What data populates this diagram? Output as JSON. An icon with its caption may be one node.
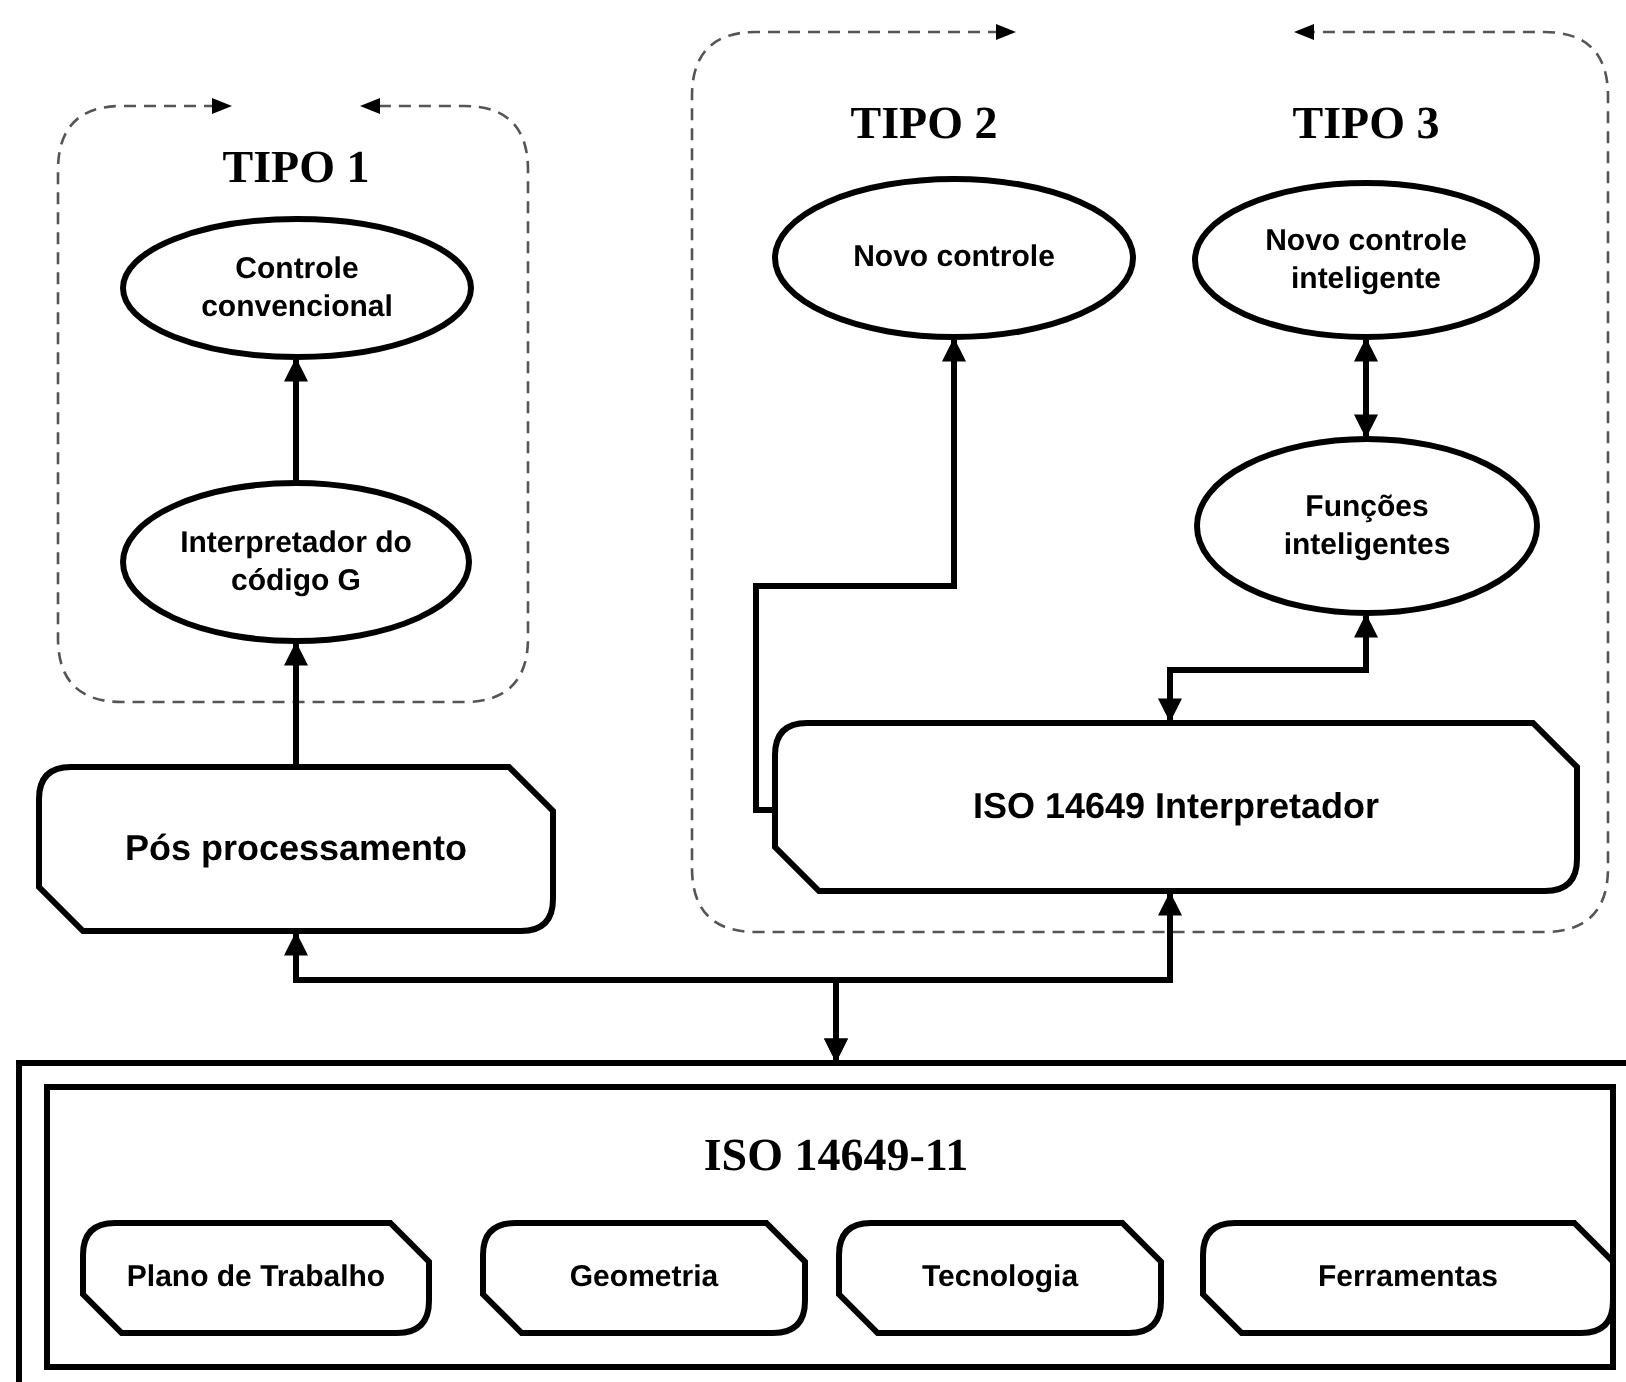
{
  "diagram": {
    "nodes": [
      {
        "text": [
          "TIPO 1"
        ]
      },
      {
        "text": [
          "Controle convencional"
        ],
        "in": 0
      },
      {
        "text": [
          "Interpretador do código G"
        ],
        "in": 0
      },
      {
        "text": [
          "TIPO 2",
          "TIPO 3"
        ]
      },
      {
        "text": [
          "Novo controle"
        ],
        "in": 3
      },
      {
        "text": [
          "Novo controle inteligente"
        ],
        "in": 3
      },
      {
        "text": [
          "Funções inteligentes"
        ],
        "in": 3
      },
      {
        "text": [
          "ISO 14649 Interpretador"
        ],
        "in": 3
      },
      {
        "text": [
          "Pós processamento"
        ]
      },
      {
        "text": [],
        "shape": "box"
      },
      {
        "text": [
          "ISO 14649-11"
        ],
        "in": 9
      },
      {
        "text": [
          "Plano de Trabalho"
        ],
        "in": 10
      },
      {
        "text": [
          "Geometria"
        ],
        "in": 10
      },
      {
        "text": [
          "Tecnologia"
        ],
        "in": 10
      },
      {
        "text": [
          "Ferramentas"
        ],
        "in": 10
      }
    ],
    "edges": [
      {
        "from": 8,
        "to": 2,
        "arrow": "to"
      },
      {
        "from": 2,
        "to": 1,
        "arrow": "to"
      },
      {
        "from": 7,
        "to": 4,
        "arrow": "to"
      },
      {
        "from": 7,
        "to": 6,
        "arrow": "both"
      },
      {
        "from": 6,
        "to": 5,
        "arrow": "both"
      },
      {
        "from": 9,
        "to": 8,
        "arrow": "both"
      },
      {
        "from": 9,
        "to": 7,
        "arrow": "both"
      }
    ]
  }
}
